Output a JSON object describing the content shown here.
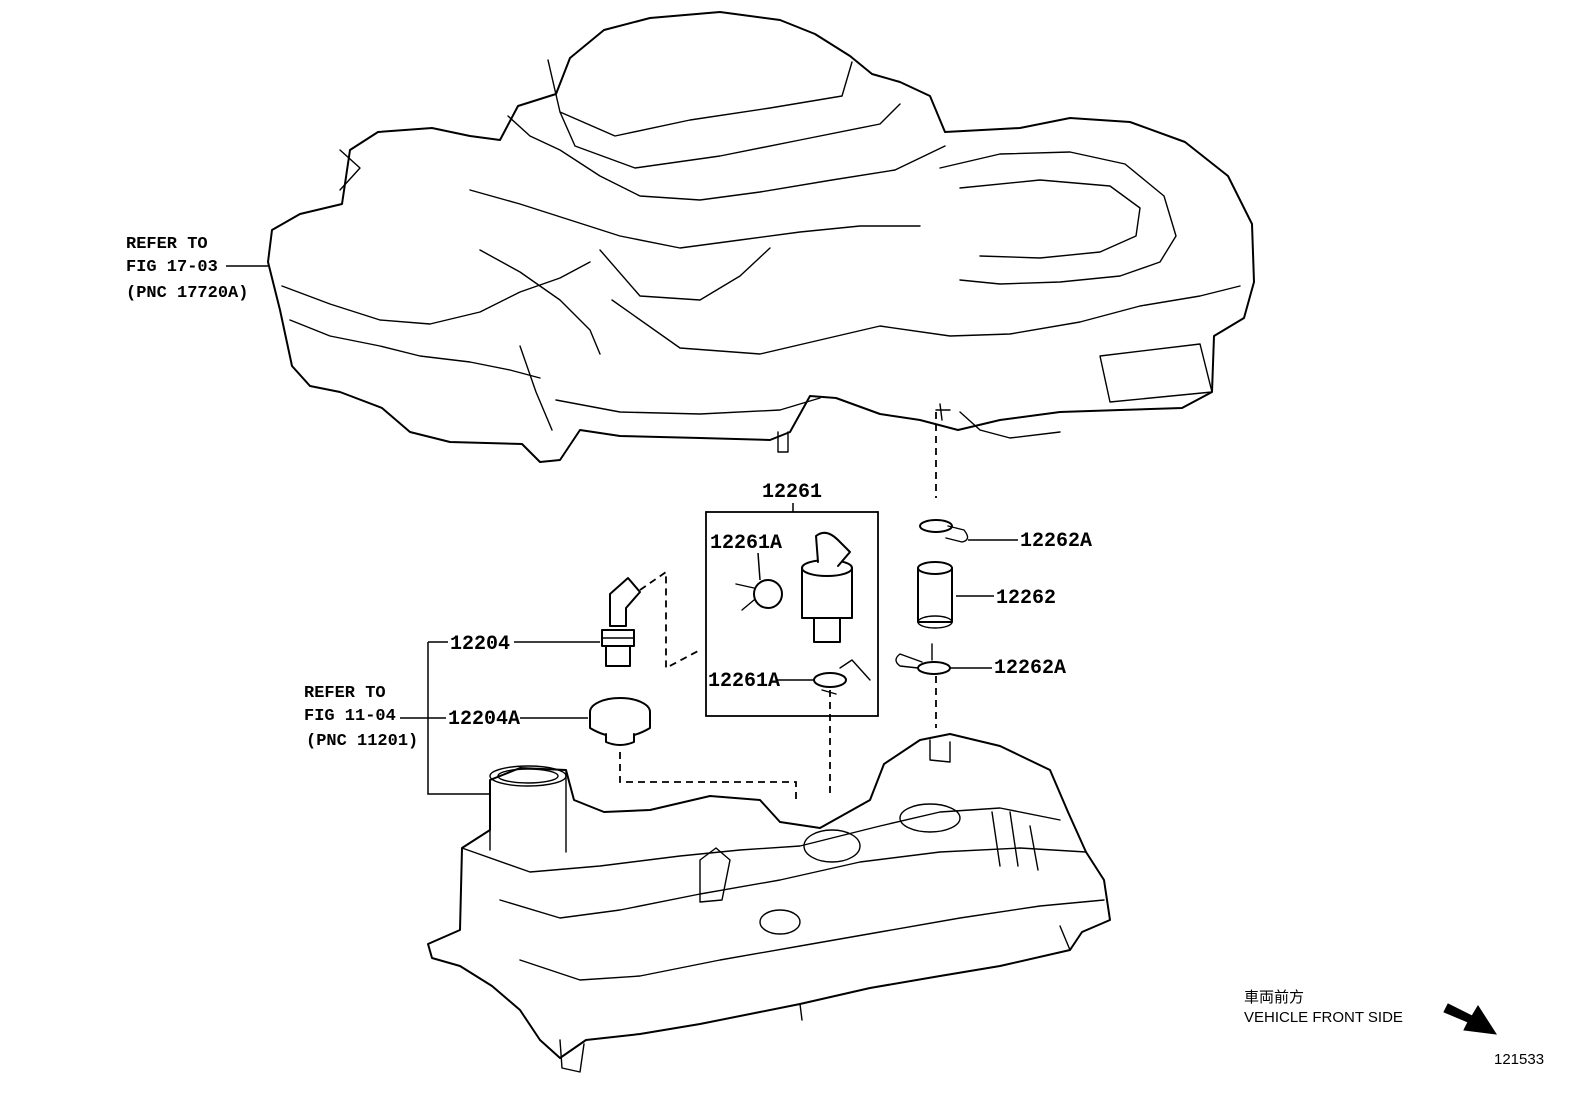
{
  "callouts": {
    "c12261": "12261",
    "c12261A_top": "12261A",
    "c12261A_bottom": "12261A",
    "c12262A_top": "12262A",
    "c12262": "12262",
    "c12262A_bottom": "12262A",
    "c12204": "12204",
    "c12204A": "12204A"
  },
  "references": {
    "top": {
      "line1": "REFER TO",
      "line2": "FIG 17-03",
      "line3": "(PNC 17720A)"
    },
    "side": {
      "line1": "REFER TO",
      "line2": "FIG 11-04",
      "line3": "(PNC 11201)"
    }
  },
  "direction": {
    "jp": "車両前方",
    "en": "VEHICLE FRONT SIDE"
  },
  "figure_number": "121533"
}
